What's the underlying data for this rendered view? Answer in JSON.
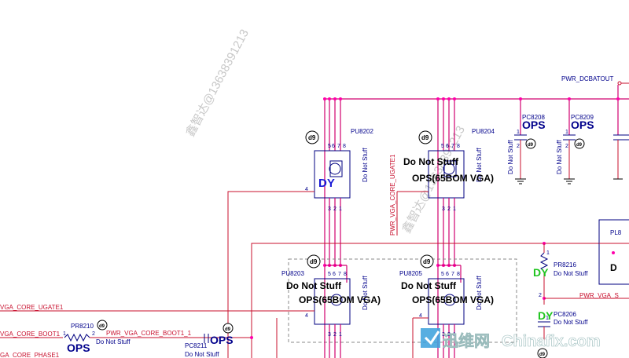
{
  "nets": {
    "pwr_dcbatout": "PWR_DCBATOUT",
    "ugate_vert": "PWR_VGA_CORE_UGATE1",
    "ugate_left": "VGA_CORE_UGATE1",
    "boot_left": "VGA_CORE_BOOT1",
    "boot_mid": "PWR_VGA_CORE_BOOT1_1",
    "phase_left": "GA_CORE_PHASE1",
    "pwr_vga_s": "PWR_VGA_S"
  },
  "mosfets": [
    {
      "ref": "PU8202",
      "dns": "Do Not Stuff",
      "top_pins": [
        "5",
        "6",
        "7",
        "8"
      ],
      "bottom_pins": [
        "3",
        "2",
        "1"
      ],
      "gate_pin": "4",
      "mark": "DY"
    },
    {
      "ref": "PU8204",
      "dns": "Do Not Stuff",
      "top_pins": [
        "5",
        "6",
        "7",
        "8"
      ],
      "bottom_pins": [
        "3",
        "2",
        "1"
      ],
      "gate_pin": "4"
    },
    {
      "ref": "PU8203",
      "dns": "Do Not Stuff",
      "top_pins": [
        "5",
        "6",
        "7",
        "8"
      ],
      "bottom_pins": [
        "3",
        "2",
        "1"
      ],
      "gate_pin": "4"
    },
    {
      "ref": "PU8205",
      "dns": "Do Not Stuff",
      "top_pins": [
        "5",
        "6",
        "7",
        "8"
      ],
      "bottom_pins": [
        "3",
        "2",
        "1"
      ],
      "gate_pin": "4"
    }
  ],
  "caps": [
    {
      "ref": "PC8208",
      "mark": "OPS",
      "dns": "Do Not Stuff",
      "pins": [
        "1",
        "2"
      ]
    },
    {
      "ref": "PC8209",
      "mark": "OPS",
      "dns": "Do Not Stuff",
      "pins": [
        "1",
        "2"
      ]
    },
    {
      "ref": "PC8206",
      "mark": "DY",
      "dns": "Do Not Stuff",
      "pins": [
        "1"
      ]
    },
    {
      "ref": "PC8211",
      "mark": "OPS",
      "dns": "Do Not Stuff"
    }
  ],
  "resistors": [
    {
      "ref": "PR8210",
      "mark": "OPS",
      "dns": "Do Not Stuff",
      "pins": [
        "1",
        "2"
      ]
    },
    {
      "ref": "PR8216",
      "mark": "DY",
      "dns": "Do Not Stuff",
      "pins": [
        "1",
        "2"
      ]
    }
  ],
  "overlays": {
    "do_not_stuff": "Do Not Stuff",
    "ops_65bom_vga": "OPS(65BOM VGA)"
  },
  "partial_ref": "PL8",
  "partial_d": "D",
  "watermark_text": "鑫智达@13638391213",
  "logo": {
    "cn": "迅维网",
    "en": "Chinafix.com"
  }
}
